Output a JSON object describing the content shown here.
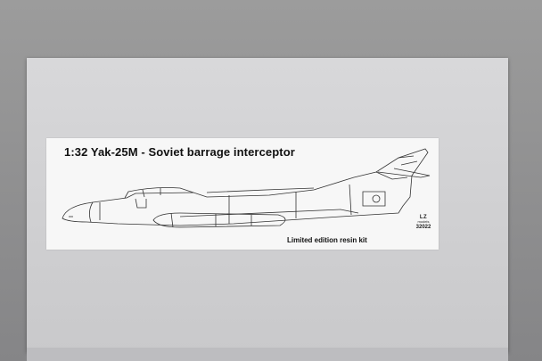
{
  "box": {
    "title": "1:32 Yak-25M - Soviet barrage interceptor",
    "subtitle": "Limited edition resin kit",
    "brand_logo": "LZ",
    "brand_sub": "models",
    "catalog_number": "32022"
  }
}
